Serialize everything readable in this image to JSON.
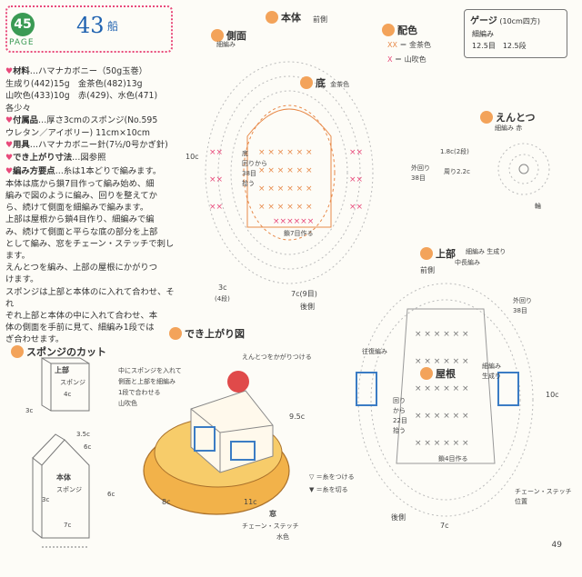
{
  "header": {
    "page_number": "45",
    "page_label": "PAGE",
    "pattern_number": "43",
    "pattern_name": "船"
  },
  "materials": {
    "lines": [
      {
        "head": "材料",
        "text": "…ハマナカボニー（50g玉巻）"
      },
      {
        "head": "",
        "text": "生成り(442)15g　金茶色(482)13g"
      },
      {
        "head": "",
        "text": "山吹色(433)10g　赤(429)、水色(471)"
      },
      {
        "head": "",
        "text": "各少々"
      },
      {
        "head": "付属品",
        "text": "…厚さ3cmのスポンジ(No.595"
      },
      {
        "head": "",
        "text": "ウレタン／アイボリー) 11cm×10cm"
      },
      {
        "head": "用具",
        "text": "…ハマナカボニー針(7½/0号かぎ針)"
      },
      {
        "head": "でき上がり寸法",
        "text": "…図参照"
      },
      {
        "head": "編み方要点",
        "text": "…糸は1本どりで編みます。"
      }
    ],
    "body": [
      "本体は底から鎖7目作って編み始め、細",
      "編みで図のように編み、回りを整えてか",
      "ら、続けて側面を細編みで編みます。",
      "上部は屋根から鎖4目作り、細編みで編",
      "み、続けて側面と平らな底の部分を上部",
      "として編み、窓をチェーン・ステッチで刺します。",
      "えんとつを編み、上部の屋根にかがりつ",
      "けます。",
      "スポンジは上部と本体のに入れて合わせ、それ",
      "ぞれ上部と本体の中に入れて合わせ、本",
      "体の側面を手前に見て、細編み1段では",
      "ぎ合わせます。"
    ]
  },
  "sponge": {
    "title": "スポンジのカット",
    "top_label": "上部",
    "top_sub": "スポンジ",
    "body_label": "本体",
    "body_sub": "スポンジ",
    "dims": [
      "4c",
      "3c",
      "3.5c",
      "6c",
      "3c",
      "7c",
      "6c"
    ]
  },
  "finished": {
    "title": "でき上がり図",
    "note_inside": [
      "中にスポンジを入れて",
      "側面と上部を細編み",
      "1段で合わせる",
      "山吹色"
    ],
    "note_chimney": "えんとつをかがりつける",
    "window_label": "窓",
    "window_sub": "チェーン・ステッチ",
    "window_color": "水色",
    "dims": [
      "9.5c",
      "8c",
      "11c"
    ]
  },
  "body_chart": {
    "title": "本体",
    "front": "前側",
    "back": "後側",
    "side_label": "側面",
    "side_sub": "細編み",
    "bottom_label": "底",
    "bottom_color": "金茶色",
    "start_note": "鎖7目作る",
    "left_note": [
      "底",
      "回りから",
      "38目",
      "拾う"
    ],
    "right_note": [
      "外回り",
      "38目"
    ],
    "dims": [
      "10c",
      "3c",
      "(4段)",
      "7c(9目)"
    ]
  },
  "color_legend": {
    "title": "配色",
    "items": [
      {
        "mark": "XX",
        "label": "＝ 金茶色",
        "color": "#e88a4a"
      },
      {
        "mark": "X",
        "label": "＝ 山吹色",
        "color": "#e8497a"
      }
    ]
  },
  "gauge": {
    "title": "ゲージ",
    "title_sub": "(10cm四方)",
    "stitch": "細編み",
    "values": [
      "12.5目",
      "12.5段"
    ]
  },
  "chimney": {
    "title": "えんとつ",
    "sub": "細編み 赤",
    "dims": [
      "1.8c(2段)",
      "周り2.2c"
    ],
    "note": "輪"
  },
  "top_chart": {
    "title": "上部",
    "sub1": "細編み 生成り",
    "sub2": "中長編み",
    "front": "前側",
    "back": "後側",
    "roof_label": "屋根",
    "roof_sub": [
      "細編み",
      "生成り"
    ],
    "outer_note": [
      "外回り",
      "38目"
    ],
    "left_note": [
      "回り",
      "から",
      "22目",
      "拾う"
    ],
    "start_note": "鎖4目作る",
    "return_note": "往復編み",
    "chain_note": [
      "チェーン・ステッチ",
      "位置"
    ],
    "dims": [
      "10c",
      "7c"
    ]
  },
  "legend_bottom": {
    "attach": "▽ ＝糸をつける",
    "cut": "▼ ＝糸を切る"
  },
  "footer": {
    "page": "49"
  }
}
